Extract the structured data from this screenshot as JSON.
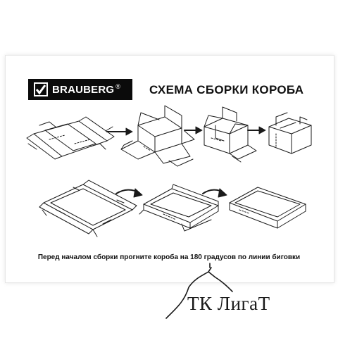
{
  "brand": {
    "logo_text": "BRAUBERG",
    "registered_mark": "®",
    "logo_bg_color": "#0b0b0b",
    "logo_fg_color": "#ffffff"
  },
  "title": "СХЕМА СБОРКИ КОРОБА",
  "caption": "Перед началом сборки прогните короба на 180 градусов по линии биговки",
  "watermark": {
    "text": "ТК ЛигаТ"
  },
  "steps": {
    "box_row": [
      "flat-box-blank",
      "partially-folded-box",
      "box-sides-raised",
      "assembled-box"
    ],
    "lid_row": [
      "flat-lid-blank",
      "partially-folded-lid",
      "assembled-lid"
    ]
  },
  "line_color": "#1a1a1a"
}
